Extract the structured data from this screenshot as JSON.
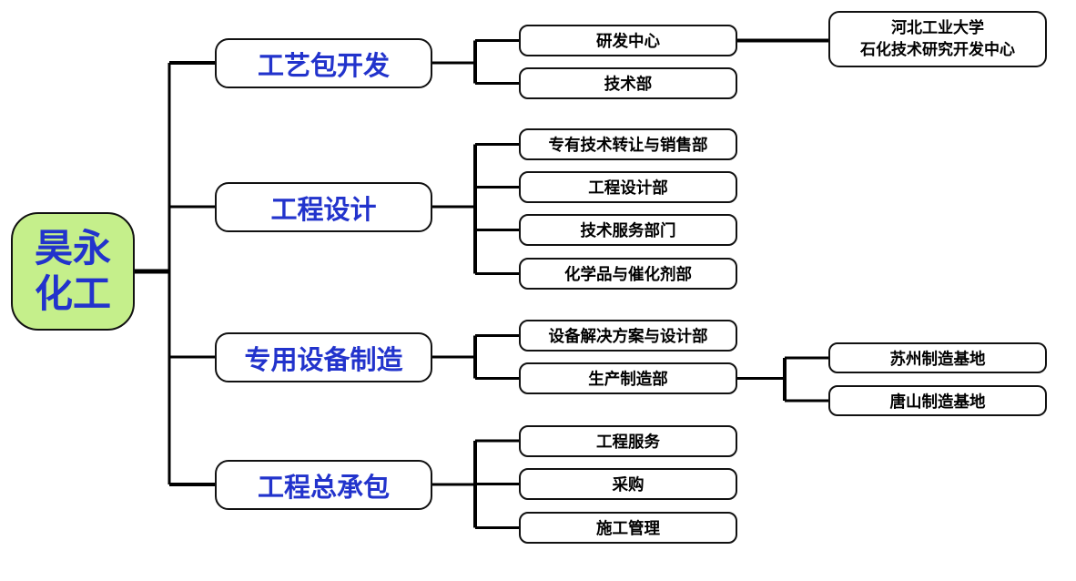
{
  "colors": {
    "accent_blue": "#2233cc",
    "root_fill": "#c5ef8b",
    "line_color": "#000000",
    "border_color": "#111111"
  },
  "diagram": {
    "type": "org-chart",
    "root": {
      "label": "昊永\n化工"
    },
    "branches": [
      {
        "label": "工艺包开发",
        "children": [
          {
            "label": "研发中心",
            "children": [
              {
                "label": "河北工业大学\n石化技术研究开发中心"
              }
            ]
          },
          {
            "label": "技术部"
          }
        ]
      },
      {
        "label": "工程设计",
        "children": [
          {
            "label": "专有技术转让与销售部"
          },
          {
            "label": "工程设计部"
          },
          {
            "label": "技术服务部门"
          },
          {
            "label": "化学品与催化剂部"
          }
        ]
      },
      {
        "label": "专用设备制造",
        "children": [
          {
            "label": "设备解决方案与设计部"
          },
          {
            "label": "生产制造部",
            "children": [
              {
                "label": "苏州制造基地"
              },
              {
                "label": "唐山制造基地"
              }
            ]
          }
        ]
      },
      {
        "label": "工程总承包",
        "children": [
          {
            "label": "工程服务"
          },
          {
            "label": "采购"
          },
          {
            "label": "施工管理"
          }
        ]
      }
    ]
  }
}
